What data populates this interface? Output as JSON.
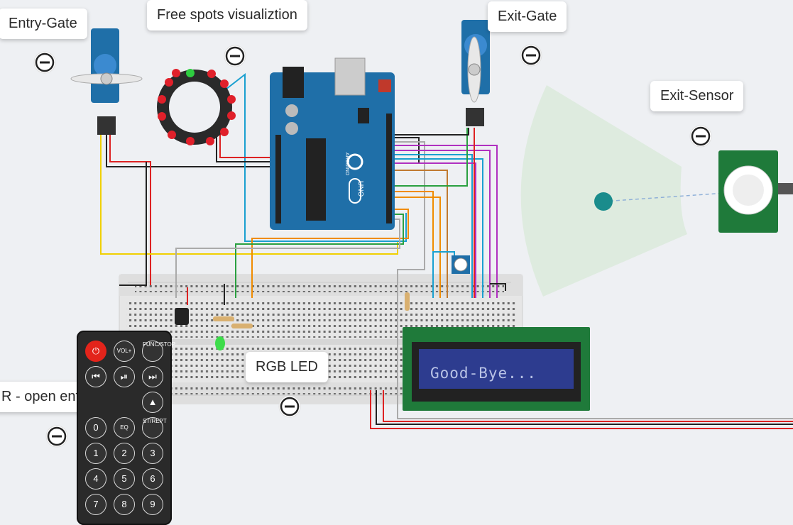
{
  "callouts": {
    "entry_gate": "Entry-Gate",
    "free_spots": "Free spots visualiztion",
    "exit_gate": "Exit-Gate",
    "exit_sensor": "Exit-Sensor",
    "rgb_led": "RGB LED",
    "ir_open": "R - open entrance"
  },
  "lcd": {
    "text": "Good-Bye..."
  },
  "remote": {
    "buttons": [
      "VOL+",
      "FUNC/STOP",
      "EQ",
      "ST/REPT",
      "0",
      "1",
      "2",
      "3",
      "4",
      "5",
      "6",
      "7",
      "8",
      "9"
    ]
  },
  "arduino": {
    "model": "UNO",
    "brand": "ARDUINO"
  },
  "colors": {
    "lcd_bg": "#2d3c8f",
    "pcb_green": "#1f7a3a",
    "arduino_blue": "#1f6fa8",
    "breadboard": "#e8e8e8"
  }
}
